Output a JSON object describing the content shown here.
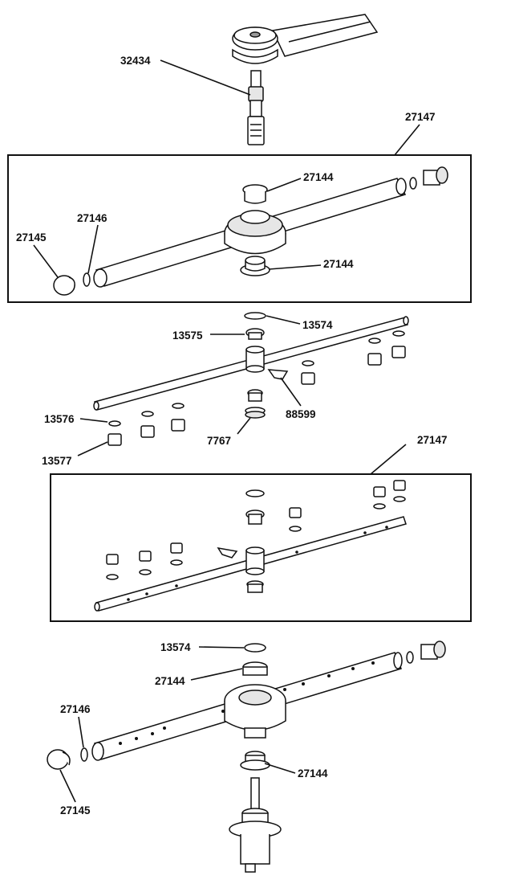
{
  "labels": {
    "top_spindle": "32434",
    "upper_assembly": "27147",
    "upper_bearing_top": "27144",
    "upper_oring": "27146",
    "upper_cap": "27145",
    "upper_bearing_bottom": "27144",
    "mid_washer": "13574",
    "mid_bushing": "13575",
    "mid_clip": "88599",
    "mid_oring": "13576",
    "mid_nozzle": "13577",
    "mid_gear": "7767",
    "lower_assembly": "27147",
    "lower_washer": "13574",
    "lower_bearing_top": "27144",
    "lower_oring": "27146",
    "lower_cap": "27145",
    "lower_bearing_bottom": "27144"
  }
}
